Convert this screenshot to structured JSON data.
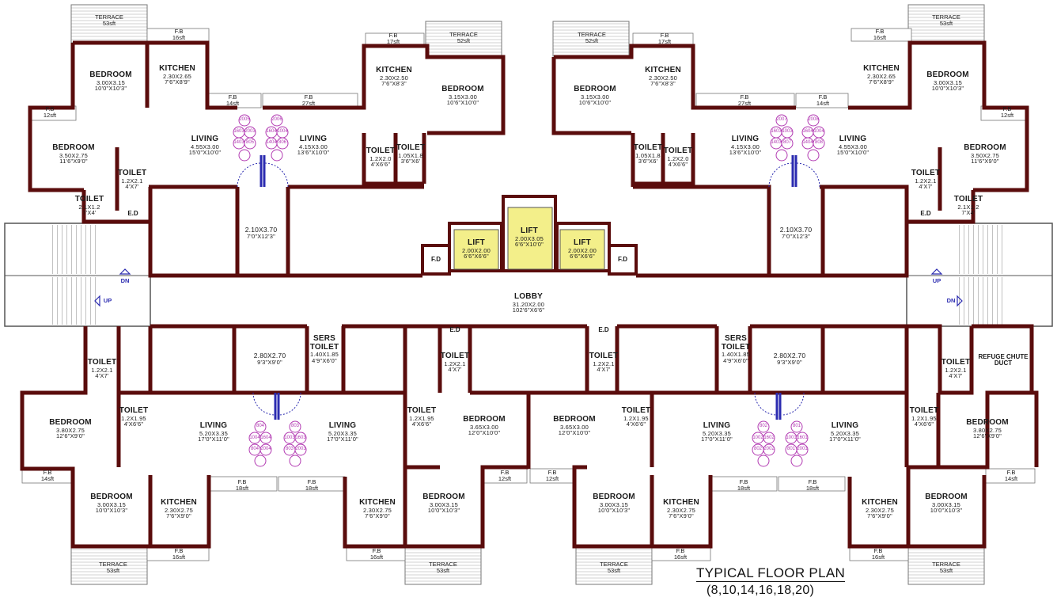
{
  "title": "TYPICAL FLOOR PLAN",
  "subtitle": "(8,10,14,16,18,20)",
  "colors": {
    "wall": "#5a0c0c",
    "lift": "#f3ef8a",
    "unit_numbers": "#b23ab2",
    "stair": "#555555"
  },
  "labels": {
    "terrace53": "TERRACE",
    "terrace52": "TERRACE",
    "t53": "53sft",
    "t52": "52sft",
    "fb": "F.B",
    "fb16": "16sft",
    "fb17": "17sft",
    "fb14": "14sft",
    "fb27": "27sft",
    "fb12": "12sft",
    "fb18": "18sft",
    "bedroom": "BEDROOM",
    "kitchen": "KITCHEN",
    "living": "LIVING",
    "toilet": "TOILET",
    "ed": "E.D",
    "fd": "F.D",
    "lift": "LIFT",
    "dn": "DN",
    "up": "UP",
    "sers_toilet_1": "SERS",
    "sers_toilet_2": "TOILET",
    "refuge": "REFUGE CHUTE",
    "duct": "DUCT",
    "lobby": "LOBBY",
    "lobby_dim": "31.20X2.00",
    "lobby_ft": "102'6\"X6'6\"",
    "d_bed_300_315": "3.00X3.15",
    "ft_bed_300_315": "10'0\"X10'3\"",
    "d_kit_230_265": "2.30X2.65",
    "ft_kit_230_265": "7'6\"X8'9\"",
    "d_kit_230_250": "2.30X2.50",
    "ft_kit_230_250": "7'6\"X8'3\"",
    "d_bed_315_300": "3.15X3.00",
    "ft_bed_315_300": "10'6\"X10'0\"",
    "d_liv_455_300": "4.55X3.00",
    "ft_liv_455_300": "15'0\"X10'0\"",
    "d_liv_415_300": "4.15X3.00",
    "ft_liv_415_300": "13'6\"X10'0\"",
    "d_bed_350_275": "3.50X2.75",
    "ft_bed_350_275": "11'6\"X9'0\"",
    "d_toi_12_21": "1.2X2.1",
    "ft_toi_12_21": "4'X7'",
    "d_toi_21_12": "2.1X1.2",
    "ft_toi_21_12": "7'X4'",
    "d_toi_12_20": "1.2X2.0",
    "ft_toi_12_20": "4'X6'6\"",
    "d_toi_105_18": "1.05X1.8",
    "ft_toi_105_18": "3'6\"X6'",
    "d_pass_210_370": "2.10X3.70",
    "ft_pass_210_370": "7'0\"X12'3\"",
    "d_lift_200_200": "2.00X2.00",
    "ft_lift_200_200": "6'6\"X6'6\"",
    "d_lift_200_305": "2.00X3.05",
    "ft_lift_200_305": "6'6\"X10'0\"",
    "d_pass_280_270": "2.80X2.70",
    "ft_pass_280_270": "9'3\"X9'0\"",
    "d_sers_140_185": "1.40X1.85",
    "ft_sers_140_185": "4'9\"X6'0\"",
    "d_bed_380_275": "3.80X2.75",
    "ft_bed_380_275": "12'6\"X9'0\"",
    "d_toi_12_195": "1.2X1.95",
    "ft_toi_12_195": "4'X6'6\"",
    "d_liv_520_335": "5.20X3.35",
    "ft_liv_520_335": "17'0\"X11'0\"",
    "d_bed_365_300": "3.65X3.00",
    "ft_bed_365_300": "12'0\"X10'0\"",
    "d_kit_230_275": "2.30X2.75",
    "ft_kit_230_275": "7'6\"X9'0\""
  },
  "unit_numbers": {
    "u1": [
      "2005",
      "1603",
      "2003",
      "1403",
      "805"
    ],
    "u2": [
      "2006",
      "1604",
      "1004",
      "1404",
      "806"
    ],
    "u3": [
      "2007",
      "1603",
      "1003",
      "1403",
      "807"
    ],
    "u4": [
      "2008",
      "1604",
      "1004",
      "1404",
      "808"
    ],
    "u5": [
      "804",
      "1004",
      "1604",
      "804",
      "2004"
    ],
    "u6": [
      "803",
      "1003",
      "1603",
      "803",
      "2003"
    ],
    "u7": [
      "802",
      "1002",
      "1602",
      "802",
      "2002"
    ],
    "u8": [
      "801",
      "1001",
      "1601",
      "801",
      "2001"
    ]
  }
}
